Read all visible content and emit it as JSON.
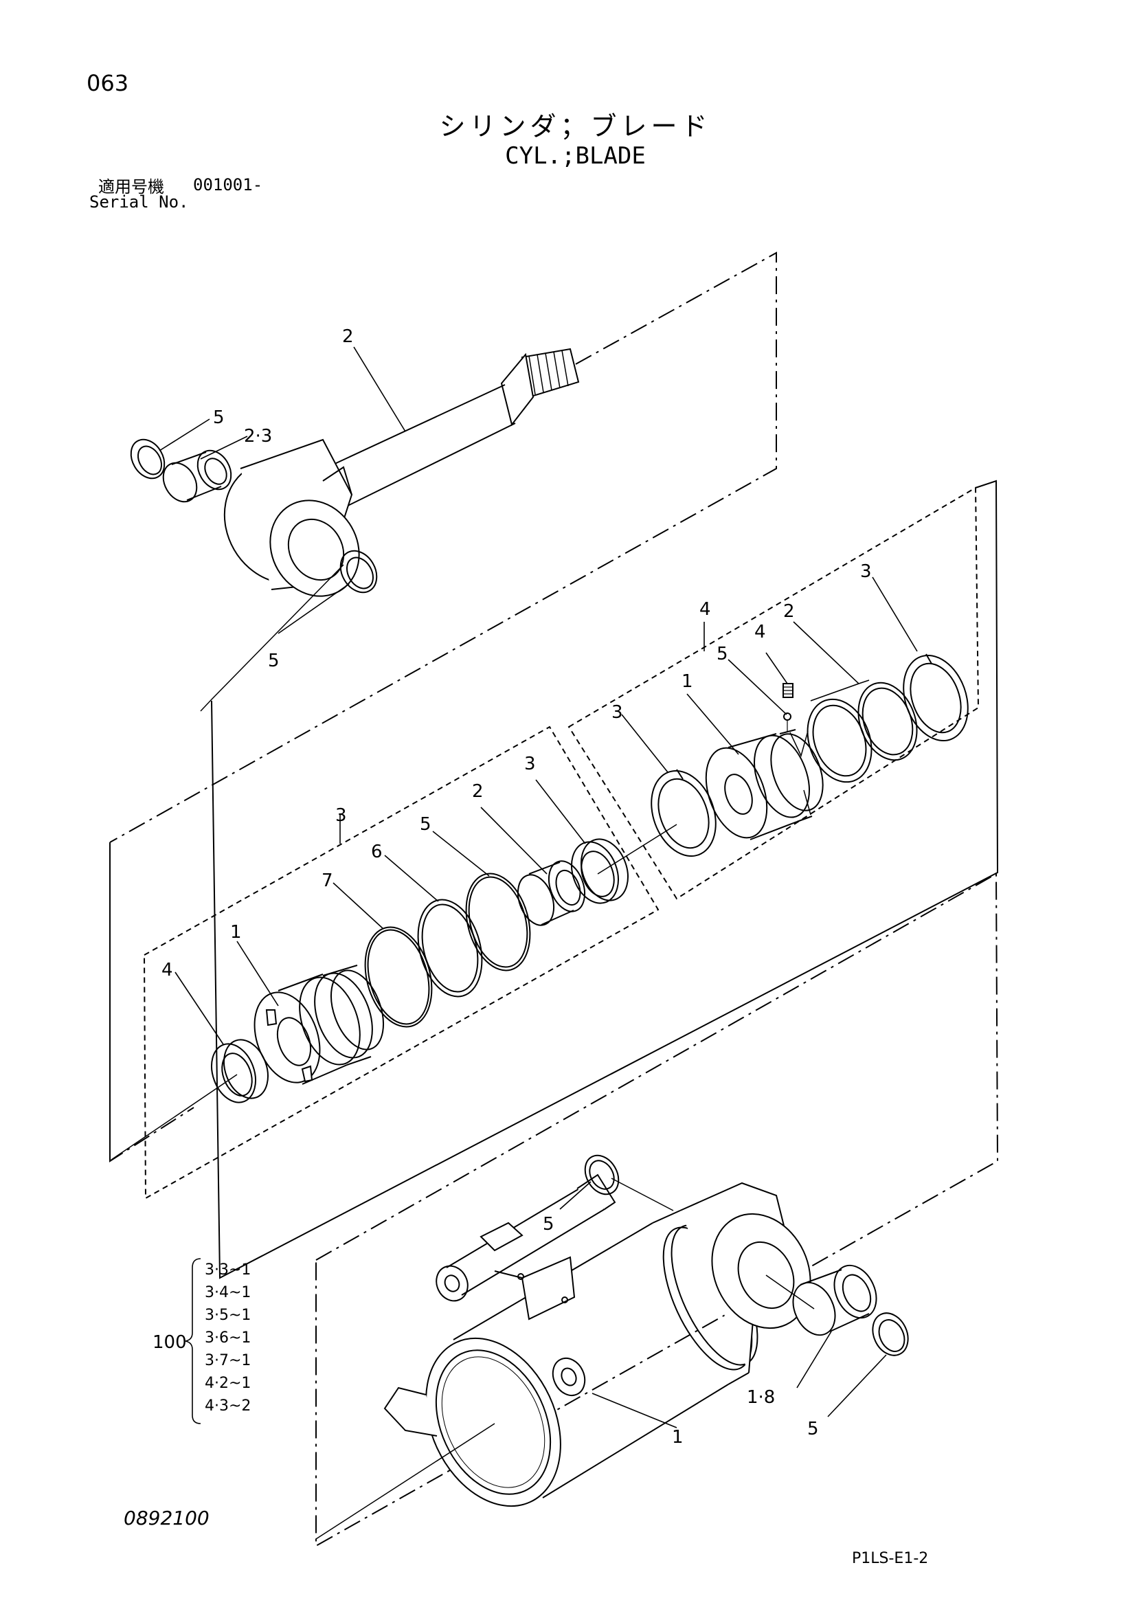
{
  "page_number": "063",
  "title_jp": "シリンダ；ブレード",
  "title_en": "CYL.;BLADE",
  "serial": {
    "label_jp": "適用号機",
    "value": "001001-",
    "label_en": "Serial No."
  },
  "drawing_number": "0892100",
  "page_code": "P1LS-E1-2",
  "callouts": {
    "rod": "2",
    "rod_bushing": "2·3",
    "rod_seal_top": "5",
    "rod_seal_bottom": "5",
    "piston_group": "4",
    "piston": "1",
    "piston_ring": "2",
    "piston_wear_ring": "3",
    "piston_setscrew": "4",
    "piston_ball": "5",
    "piston_wear_ring_left": "3",
    "head_group": "3",
    "head": "1",
    "head_bushing": "2",
    "head_seal": "3",
    "head_wiper": "4",
    "head_oring_5": "5",
    "head_ring_6": "6",
    "head_oring_7": "7",
    "tube": "1",
    "tube_bushing": "1·8",
    "tube_seal_top": "5",
    "tube_seal_bottom": "5"
  },
  "seal_kit": {
    "label": "100",
    "items": [
      "3·3~1",
      "3·4~1",
      "3·5~1",
      "3·6~1",
      "3·7~1",
      "4·2~1",
      "4·3~2"
    ]
  }
}
